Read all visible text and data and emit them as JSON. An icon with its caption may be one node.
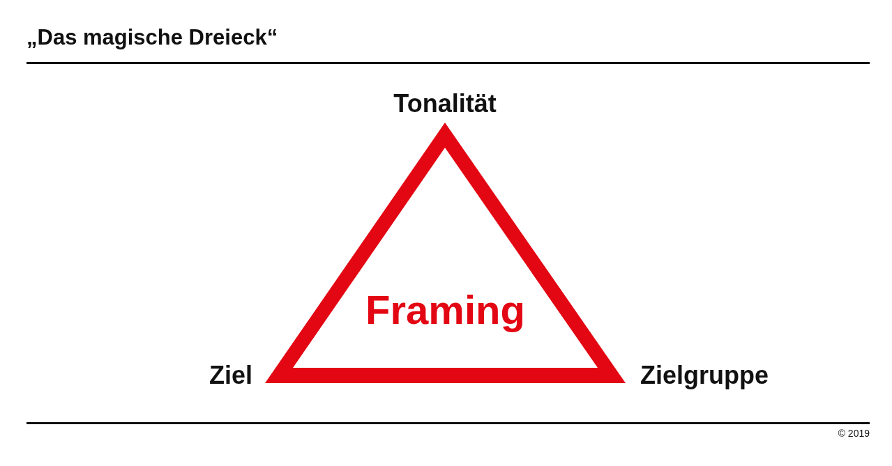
{
  "diagram": {
    "title": "„Das magische Dreieck“",
    "nodes": [
      {
        "text": [
          "Framing"
        ]
      }
    ],
    "labels": [
      "Tonalität",
      "Ziel",
      "Zielgruppe",
      "© 2019"
    ]
  }
}
